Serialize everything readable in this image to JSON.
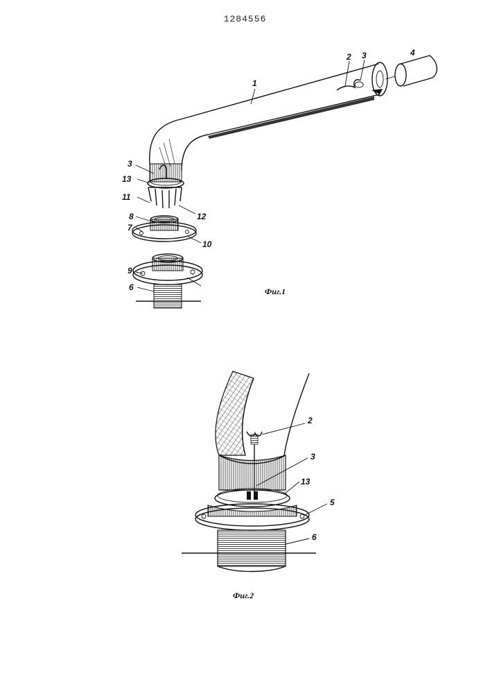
{
  "document": {
    "patent_number": "1284556"
  },
  "figure1": {
    "caption": "Фиг.1",
    "labels": [
      "1",
      "2",
      "3",
      "4",
      "3",
      "13",
      "11",
      "12",
      "8",
      "7",
      "10",
      "9",
      "6"
    ]
  },
  "figure2": {
    "caption": "Фиг.2",
    "labels": [
      "2",
      "3",
      "13",
      "5",
      "6"
    ]
  }
}
